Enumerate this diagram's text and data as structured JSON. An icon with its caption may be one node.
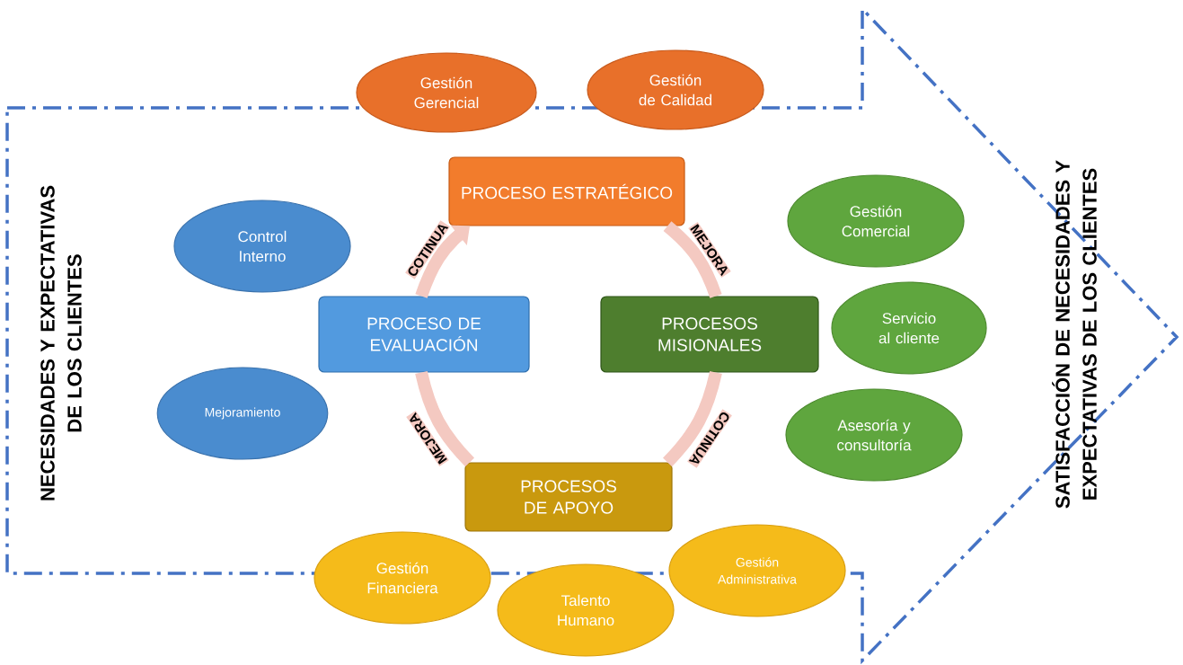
{
  "diagram": {
    "nodes": [
      {
        "text": [
          "Gestión Gerencial"
        ]
      },
      {
        "text": [
          "Gestión de Calidad"
        ]
      },
      {
        "text": [
          "PROCESO ESTRATÉGICO"
        ]
      },
      {
        "text": [
          "Control Interno"
        ]
      },
      {
        "text": [
          "Gestión Comercial"
        ]
      },
      {
        "text": [
          "Servicio al cliente"
        ]
      },
      {
        "text": [
          "PROCESO DE EVALUACIÓN"
        ]
      },
      {
        "text": [
          "PROCESOS MISIONALES"
        ]
      },
      {
        "text": [
          "Mejoramiento"
        ]
      },
      {
        "text": [
          "Asesoría y consultoría"
        ]
      },
      {
        "text": [
          "PROCESOS DE APOYO"
        ]
      },
      {
        "text": [
          "Gestión Financiera"
        ]
      },
      {
        "text": [
          "Gestión Administrativa"
        ]
      },
      {
        "text": [
          "Talento Humano"
        ]
      }
    ],
    "edges": [
      {
        "from": 2,
        "to": 7,
        "arrow": "none",
        "label": "MEJORA"
      },
      {
        "from": 7,
        "to": 10,
        "arrow": "none",
        "label": "COTINUA"
      },
      {
        "from": 10,
        "to": 6,
        "arrow": "none",
        "label": "MEJORA"
      },
      {
        "from": 6,
        "to": 2,
        "arrow": "to",
        "label": "COTINUA"
      }
    ],
    "labels": [
      "NECESIDADES Y EXPECTATIVAS DE LOS CLIENTES",
      "SATISFACCIÓN DE NECESIDADES Y EXPECTATIVAS DE LOS CLIENTES"
    ]
  }
}
